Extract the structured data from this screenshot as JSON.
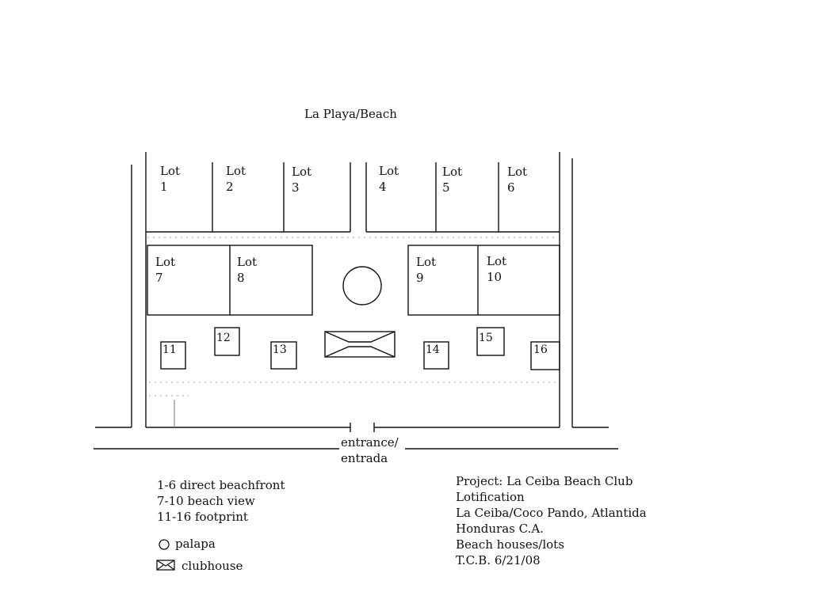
{
  "title": "La Playa/Beach",
  "lot_word": "Lot",
  "lots": [
    {
      "number": "1"
    },
    {
      "number": "2"
    },
    {
      "number": "3"
    },
    {
      "number": "4"
    },
    {
      "number": "5"
    },
    {
      "number": "6"
    },
    {
      "number": "7"
    },
    {
      "number": "8"
    },
    {
      "number": "9"
    },
    {
      "number": "10"
    }
  ],
  "footprints": [
    "11",
    "12",
    "13",
    "14",
    "15",
    "16"
  ],
  "entrance": {
    "line1": "entrance/",
    "line2": "entrada"
  },
  "legend": {
    "items": [
      "1-6 direct beachfront",
      "7-10 beach view",
      "11-16 footprint"
    ],
    "palapa": "palapa",
    "clubhouse": "clubhouse"
  },
  "project": {
    "lines": [
      "Project: La Ceiba Beach Club",
      "Lotification",
      "La Ceiba/Coco Pando, Atlantida",
      "Honduras C.A.",
      "Beach houses/lots",
      "T.C.B. 6/21/08"
    ]
  },
  "icons": [
    "palapa-circle-icon",
    "clubhouse-envelope-icon"
  ]
}
